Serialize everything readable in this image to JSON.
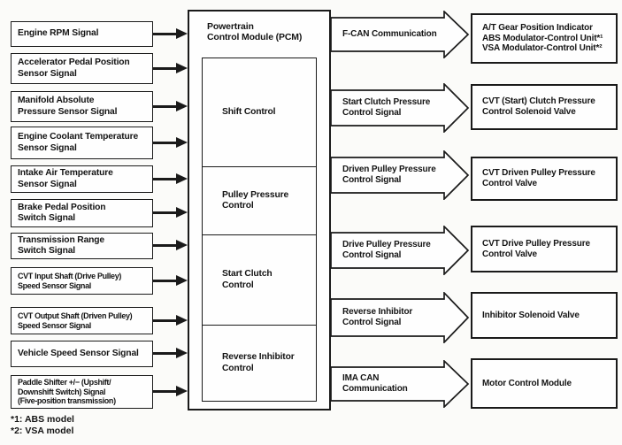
{
  "colors": {
    "ink": "#1a1a1a",
    "background": "#fbfbf9"
  },
  "diagram": {
    "inputs": [
      {
        "label": "Engine RPM Signal"
      },
      {
        "label": "Accelerator Pedal Position\nSensor Signal"
      },
      {
        "label": "Manifold Absolute\nPressure Sensor Signal"
      },
      {
        "label": "Engine Coolant Temperature\nSensor Signal"
      },
      {
        "label": "Intake Air Temperature\nSensor Signal"
      },
      {
        "label": "Brake Pedal Position\nSwitch Signal"
      },
      {
        "label": "Transmission Range\nSwitch Signal"
      },
      {
        "label": "CVT Input Shaft (Drive Pulley)\nSpeed Sensor Signal"
      },
      {
        "label": "CVT Output Shaft (Driven Pulley)\nSpeed Sensor Signal"
      },
      {
        "label": "Vehicle Speed Sensor Signal"
      },
      {
        "label": "Paddle Shifter +/− (Upshift/\nDownshift Switch) Signal\n(Five-position transmission)"
      }
    ],
    "pcm": {
      "title": "Powertrain\nControl Module (PCM)",
      "sections": [
        {
          "label": "Shift Control"
        },
        {
          "label": "Pulley Pressure\nControl"
        },
        {
          "label": "Start Clutch\nControl"
        },
        {
          "label": "Reverse Inhibitor\nControl"
        }
      ]
    },
    "outputs": [
      {
        "signal": "F-CAN Communication",
        "target": "A/T Gear Position Indicator\nABS Modulator-Control Unit*¹\nVSA Modulator-Control Unit*²"
      },
      {
        "signal": "Start Clutch Pressure\nControl Signal",
        "target": "CVT (Start) Clutch Pressure\nControl Solenoid Valve"
      },
      {
        "signal": "Driven Pulley Pressure\nControl Signal",
        "target": "CVT Driven Pulley Pressure\nControl Valve"
      },
      {
        "signal": "Drive Pulley Pressure\nControl Signal",
        "target": "CVT Drive Pulley Pressure\nControl Valve"
      },
      {
        "signal": "Reverse Inhibitor\nControl Signal",
        "target": "Inhibitor Solenoid Valve"
      },
      {
        "signal": "IMA CAN Communication",
        "target": "Motor Control Module"
      }
    ],
    "footnotes": [
      "*1: ABS model",
      "*2: VSA model"
    ]
  }
}
